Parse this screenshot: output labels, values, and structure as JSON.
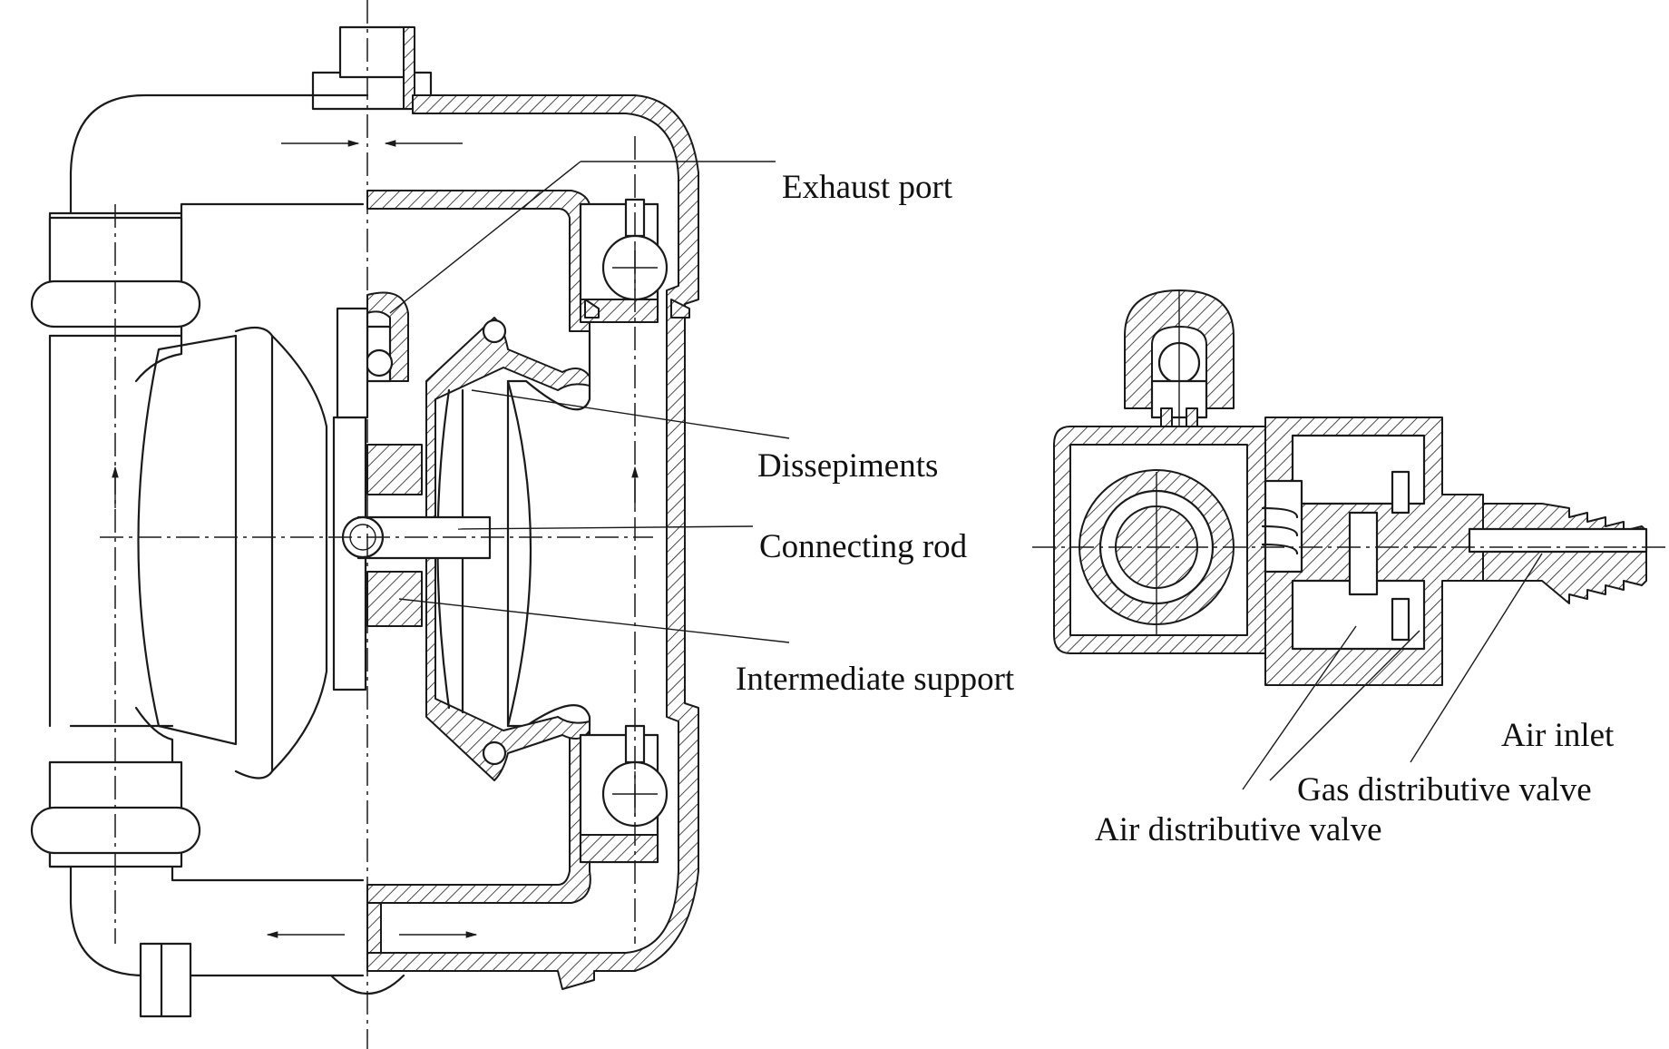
{
  "labels": {
    "exhaust_port": "Exhaust port",
    "dissepiments": "Dissepiments",
    "connecting_rod": "Connecting rod",
    "intermediate_support": "Intermediate support",
    "air_inlet": "Air inlet",
    "gas_distributive_valve": "Gas distributive valve",
    "air_distributive_valve": "Air distributive valve"
  },
  "colors": {
    "line": "#1a1a1a",
    "background": "#ffffff"
  }
}
